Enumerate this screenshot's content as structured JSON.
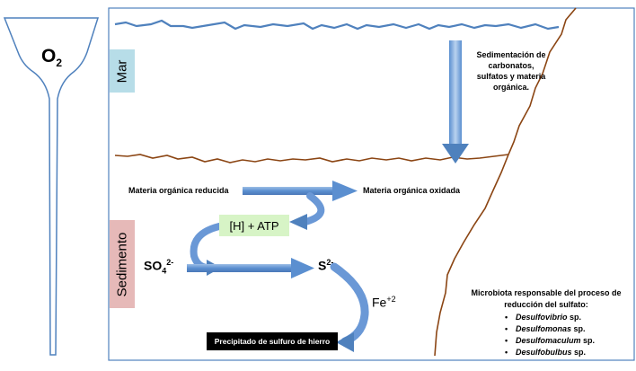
{
  "oxygen": {
    "base": "O",
    "subscript": "2"
  },
  "zones": {
    "sea": "Mar",
    "sediment": "Sedimento"
  },
  "sedimentation_note": [
    "Sedimentación de",
    "carbonatos,",
    "sulfatos y materia",
    "orgánica."
  ],
  "reactions": {
    "reduced_organic": "Materia orgánica reducida",
    "oxidized_organic": "Materia orgánica oxidada",
    "energy": "[H] + ATP",
    "sulfate_base": "SO",
    "sulfate_sub": "4",
    "sulfate_sup": "2-",
    "sulfide_base": "S",
    "sulfide_sup": "2-",
    "iron_base": "Fe",
    "iron_sup": "+2",
    "precipitate": "Precipitado de sulfuro de hierro"
  },
  "microbiota": {
    "title_line1": "Microbiota responsable del proceso de",
    "title_line2": "reducción del sulfato:",
    "genera": [
      {
        "genus": "Desulfovibrio",
        "suffix": " sp."
      },
      {
        "genus": "Desulfomonas",
        "suffix": " sp."
      },
      {
        "genus": "Desulfomaculum",
        "suffix": " sp."
      },
      {
        "genus": "Desulfobulbus",
        "suffix": " sp."
      }
    ]
  },
  "colors": {
    "water_line": "#4f81bd",
    "sediment_line": "#8b4513",
    "arrow": "#4f81bd",
    "mar_box": "#b7dde8",
    "sediment_box": "#e6b9b8",
    "energy_box": "#d7f4c6",
    "precipitate_box": "#000000"
  }
}
